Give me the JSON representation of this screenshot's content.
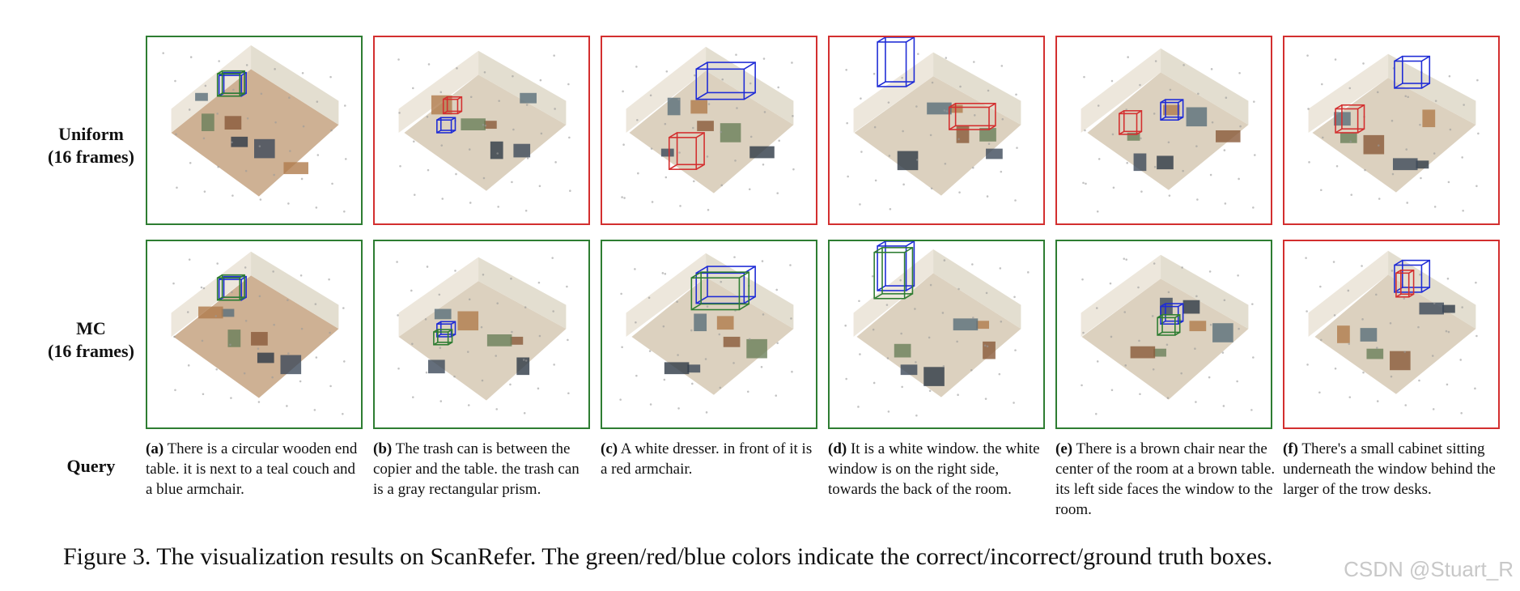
{
  "rows": [
    {
      "line1": "Uniform",
      "line2": "(16 frames)"
    },
    {
      "line1": "MC",
      "line2": "(16 frames)"
    }
  ],
  "query_label": "Query",
  "colors": {
    "correct": "#2e7d32",
    "incorrect": "#d32f2f",
    "ground_truth": "#1e2bd6"
  },
  "panels": [
    [
      {
        "status": "correct"
      },
      {
        "status": "incorrect"
      },
      {
        "status": "incorrect"
      },
      {
        "status": "incorrect"
      },
      {
        "status": "incorrect"
      },
      {
        "status": "incorrect"
      }
    ],
    [
      {
        "status": "correct"
      },
      {
        "status": "correct"
      },
      {
        "status": "correct"
      },
      {
        "status": "correct"
      },
      {
        "status": "correct"
      },
      {
        "status": "incorrect"
      }
    ]
  ],
  "captions": [
    {
      "tag": "(a)",
      "text": " There is a circular wooden end table. it is next to a teal couch and a blue armchair."
    },
    {
      "tag": "(b)",
      "text": " The trash can is between the copier and the table. the trash can is a gray rectangular prism."
    },
    {
      "tag": "(c)",
      "text": " A white dresser. in front of it is a red armchair."
    },
    {
      "tag": "(d)",
      "text": " It is a white window. the white window is on the right side, towards the back of the room."
    },
    {
      "tag": "(e)",
      "text": " There is a brown chair near the center of the room at a brown table. its left side faces the window to the room."
    },
    {
      "tag": "(f)",
      "text": " There's a small cabinet sitting underneath the window behind the larger of the trow desks."
    }
  ],
  "figure_caption": "Figure 3. The visualization results on ScanRefer. The green/red/blue colors indicate the correct/incorrect/ground truth boxes.",
  "watermark": "CSDN @Stuart_R"
}
